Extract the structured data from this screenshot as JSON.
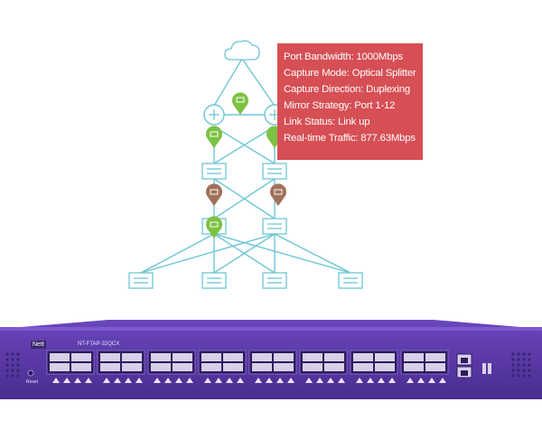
{
  "info_panel": {
    "lines": [
      "Port Bandwidth: 1000Mbps",
      "Capture Mode: Optical Splitter",
      "Capture Direction: Duplexing",
      "Mirror Strategy: Port 1-12",
      "Link Status: Link up",
      "Real-time Traffic: 877.63Mbps"
    ]
  },
  "device": {
    "brand": "Nett",
    "model": "NT-FTAP-32QCX",
    "reset_label": "Reset"
  },
  "colors": {
    "link": "#6cc6d4",
    "node_stroke": "#6cc6d4",
    "tap_green": "#7cc242",
    "tap_brown": "#a0705a",
    "panel": "#d64f55",
    "chassis": "#5b3aa6"
  },
  "icons": [
    "cloud-icon",
    "router-icon",
    "switch-icon",
    "tap-marker-icon"
  ]
}
